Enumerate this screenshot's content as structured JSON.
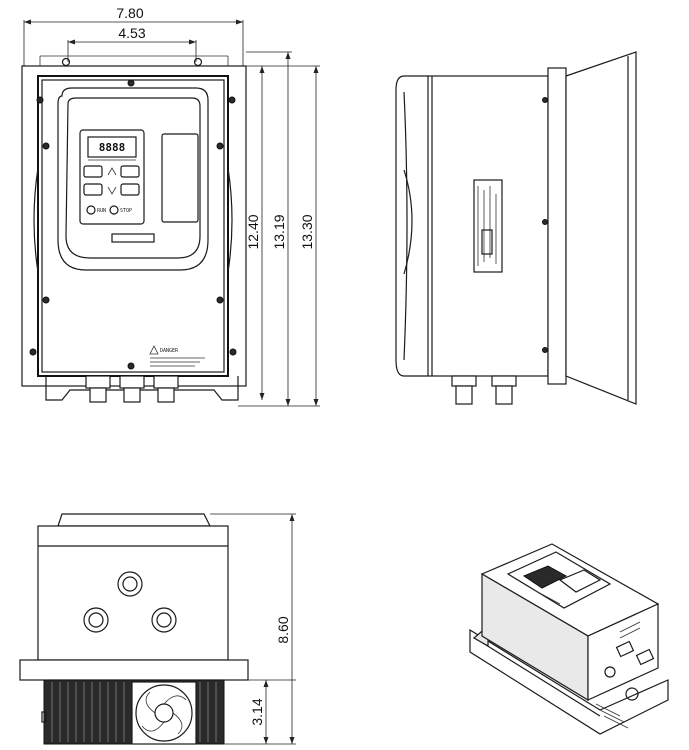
{
  "dimensions": {
    "front_width": "7.80",
    "front_hole_spacing": "4.53",
    "front_inner_height": "12.40",
    "front_mid_height": "13.19",
    "front_total_height": "13.30",
    "bottom_total_height": "8.60",
    "bottom_heatsink_height": "3.14"
  },
  "keypad": {
    "display_value": "8888",
    "run_key": "RUN",
    "stop_key": "STOP"
  },
  "label": {
    "warning_title": "DANGER"
  },
  "colors": {
    "line": "#1a1a1a",
    "background": "#ffffff",
    "body_fill": "#e9e9e9",
    "heatsink_fill": "#2a2a2a"
  }
}
